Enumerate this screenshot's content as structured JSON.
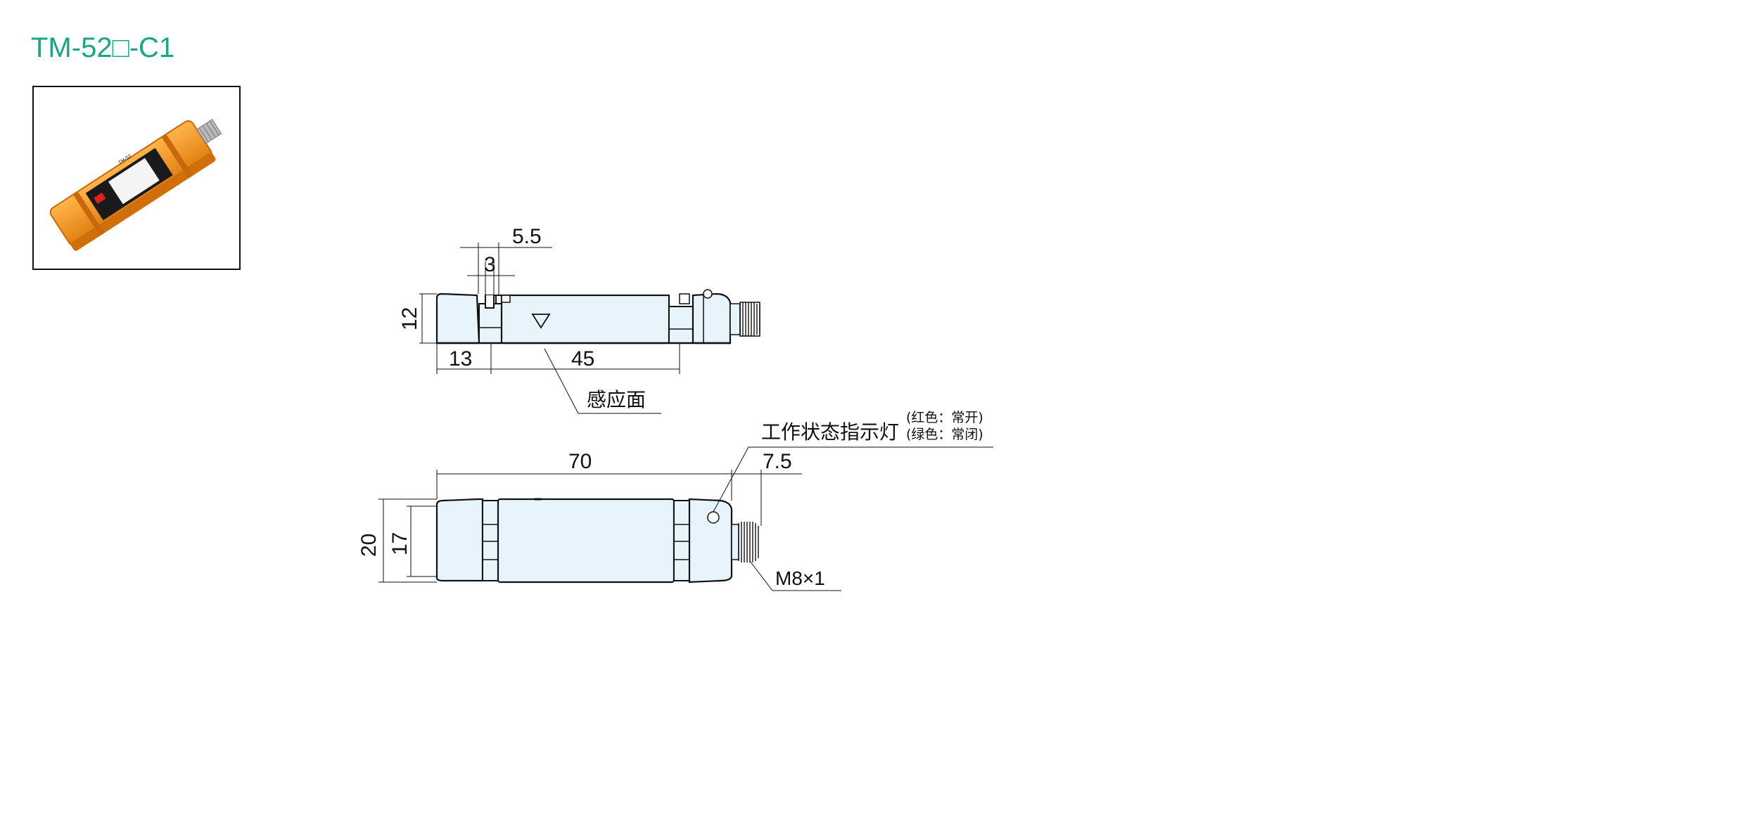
{
  "title": "TM-52□-C1",
  "photo": {
    "label_text": "TM-52"
  },
  "top_view": {
    "dims": {
      "slot_outer": "5.5",
      "slot_inner": "3",
      "height": "12",
      "left_cap": "13",
      "body_length": "45"
    },
    "sensing_face_label": "感应面"
  },
  "side_view": {
    "dims": {
      "overall_length": "70",
      "connector_length": "7.5",
      "overall_height": "20",
      "body_height": "17"
    },
    "indicator_label": "工作状态指示灯",
    "indicator_note_red": "(红色：常开)",
    "indicator_note_green": "(绿色：常闭)",
    "thread_label": "M8×1"
  },
  "colors": {
    "title": "#1aa585",
    "body_fill": "#e8f4fb",
    "line": "#111111",
    "sensor_orange": "#f39a2a"
  }
}
